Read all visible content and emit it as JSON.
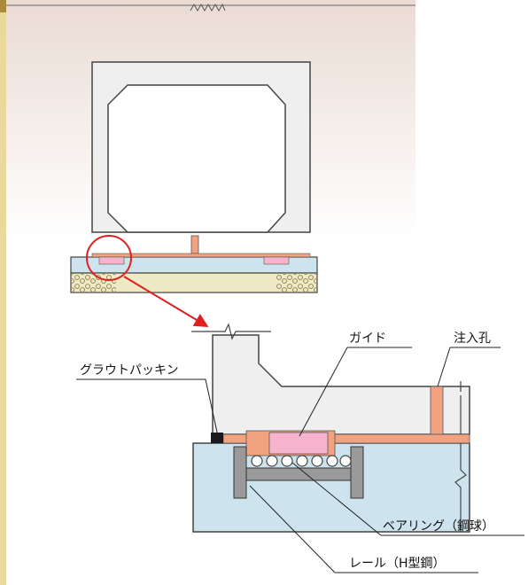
{
  "labels": {
    "guide": "ガイド",
    "injection_hole": "注入孔",
    "grout_packing": "グラウトパッキン",
    "bearing": "ベアリング（鋼球）",
    "rail": "レール（H型鋼）"
  },
  "colors": {
    "sidebar": "#e9d99c",
    "sidebar_accent": "#a88a3a",
    "ground_top": "#eedfd8",
    "concrete": "#efefef",
    "concrete_outline": "#444444",
    "base_slab": "#cde4ee",
    "gravel": "#efe9c5",
    "grout": "#f1a27e",
    "guide_block": "#f6b3cc",
    "rail_steel": "#9a9a9a",
    "callout": "#e02020"
  }
}
